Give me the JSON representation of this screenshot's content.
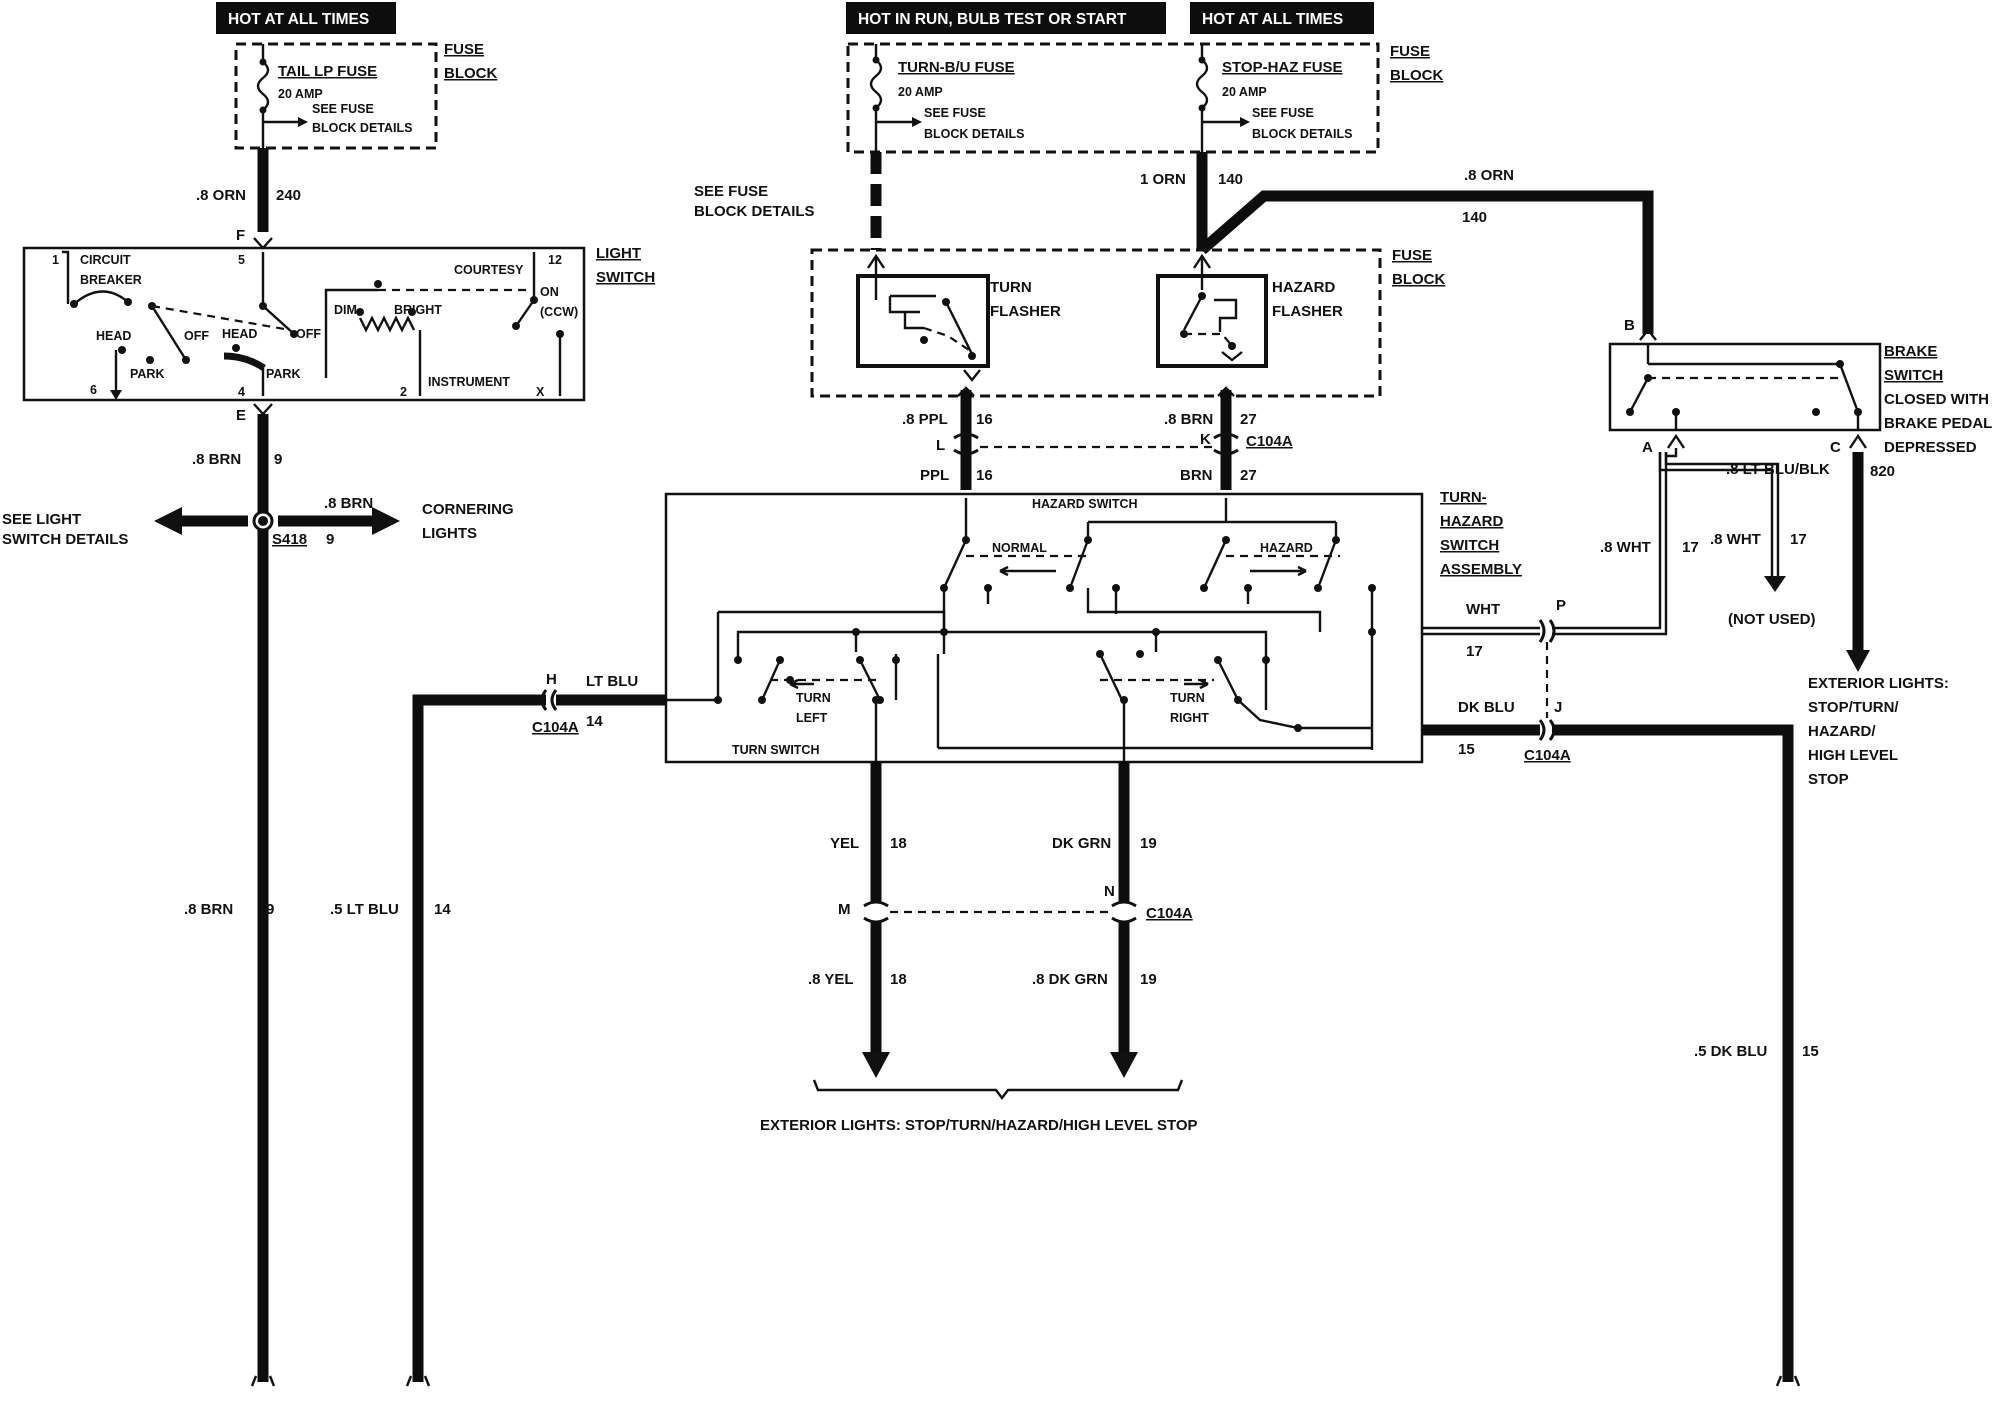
{
  "headers": {
    "hot_all_times_left": "HOT AT ALL TIMES",
    "hot_run_bulb": "HOT IN RUN, BULB TEST OR START",
    "hot_all_times_right": "HOT AT ALL TIMES"
  },
  "fuse_block_left": {
    "label_1": "FUSE",
    "label_2": "BLOCK",
    "fuse_name": "TAIL LP FUSE",
    "amp": "20 AMP",
    "see_1": "SEE FUSE",
    "see_2": "BLOCK DETAILS"
  },
  "fuse_block_right": {
    "label_1": "FUSE",
    "label_2": "BLOCK",
    "turn_fuse": "TURN-B/U FUSE",
    "turn_amp": "20 AMP",
    "turn_see_1": "SEE FUSE",
    "turn_see_2": "BLOCK DETAILS",
    "stop_fuse": "STOP-HAZ FUSE",
    "stop_amp": "20 AMP",
    "stop_see_1": "SEE FUSE",
    "stop_see_2": "BLOCK DETAILS"
  },
  "see_fuse_block": {
    "line_1": "SEE FUSE",
    "line_2": "BLOCK DETAILS"
  },
  "flasher_block": {
    "label_1": "FUSE",
    "label_2": "BLOCK",
    "turn_1": "TURN",
    "turn_2": "FLASHER",
    "hazard_1": "HAZARD",
    "hazard_2": "FLASHER"
  },
  "light_switch": {
    "title_1": "LIGHT",
    "title_2": "SWITCH",
    "circuit": "CIRCUIT",
    "breaker": "BREAKER",
    "head": "HEAD",
    "park": "PARK",
    "off": "OFF",
    "dim": "DIM",
    "bright": "BRIGHT",
    "courtesy": "COURTESY",
    "on": "ON",
    "ccw": "(CCW)",
    "instrument": "INSTRUMENT",
    "pins": {
      "p1": "1",
      "p5": "5",
      "p12": "12",
      "p6": "6",
      "p4": "4",
      "p2": "2",
      "px": "X"
    },
    "top_pin": "F",
    "bottom_pin": "E"
  },
  "wires": {
    "w_orn_240": {
      "gauge": ".8 ORN",
      "circuit": "240"
    },
    "w_orn_140_a": {
      "gauge": "1 ORN",
      "circuit": "140"
    },
    "w_orn_140_b": {
      "gauge": ".8 ORN",
      "circuit": "140"
    },
    "w_brn_9_a": {
      "gauge": ".8 BRN",
      "circuit": "9"
    },
    "w_brn_9_b": {
      "gauge": ".8 BRN",
      "circuit": "9"
    },
    "w_brn_9_c": {
      "gauge": ".8 BRN",
      "circuit": "9"
    },
    "w_ppl_16_a": {
      "gauge": ".8 PPL",
      "circuit": "16"
    },
    "w_ppl_16_b": {
      "gauge": "PPL",
      "circuit": "16"
    },
    "w_brn_27_a": {
      "gauge": ".8 BRN",
      "circuit": "27"
    },
    "w_brn_27_b": {
      "gauge": "BRN",
      "circuit": "27"
    },
    "w_ltblu_14_a": {
      "gauge": "LT BLU",
      "circuit": "14"
    },
    "w_ltblu_14_b": {
      "gauge": ".5 LT BLU",
      "circuit": "14"
    },
    "w_wht_17_a": {
      "gauge": "WHT",
      "circuit": "17"
    },
    "w_wht_17_b": {
      "gauge": ".8 WHT",
      "circuit": "17"
    },
    "w_wht_17_c": {
      "gauge": ".8 WHT",
      "circuit": "17"
    },
    "w_dkblu_15_a": {
      "gauge": "DK BLU",
      "circuit": "15"
    },
    "w_dkblu_15_b": {
      "gauge": ".5 DK BLU",
      "circuit": "15"
    },
    "w_ltblublk_820": {
      "gauge": ".8 LT BLU/BLK",
      "circuit": "820"
    },
    "w_yel_18_a": {
      "gauge": "YEL",
      "circuit": "18"
    },
    "w_yel_18_b": {
      "gauge": ".8 YEL",
      "circuit": "18"
    },
    "w_dkgrn_19_a": {
      "gauge": "DK GRN",
      "circuit": "19"
    },
    "w_dkgrn_19_b": {
      "gauge": ".8 DK GRN",
      "circuit": "19"
    }
  },
  "splice": {
    "id": "S418"
  },
  "connectors": {
    "c104a_top": "C104A",
    "pin_l": "L",
    "pin_k": "K",
    "c104a_h": "C104A",
    "pin_h": "H",
    "c104a_j": "C104A",
    "pin_p": "P",
    "pin_j": "J",
    "c104a_n": "C104A",
    "pin_m": "M",
    "pin_n": "N"
  },
  "turn_hazard_switch": {
    "title_1": "TURN-",
    "title_2": "HAZARD",
    "title_3": "SWITCH",
    "title_4": "ASSEMBLY",
    "hazard_switch": "HAZARD SWITCH",
    "normal": "NORMAL",
    "hazard": "HAZARD",
    "turn_left_1": "TURN",
    "turn_left_2": "LEFT",
    "turn_right_1": "TURN",
    "turn_right_2": "RIGHT",
    "turn_switch": "TURN SWITCH"
  },
  "brake_switch": {
    "title_1": "BRAKE",
    "title_2": "SWITCH",
    "note_1": "CLOSED WITH",
    "note_2": "BRAKE PEDAL",
    "note_3": "DEPRESSED",
    "pin_b": "B",
    "pin_a": "A",
    "pin_c": "C"
  },
  "destinations": {
    "see_light_1": "SEE LIGHT",
    "see_light_2": "SWITCH DETAILS",
    "cornering_1": "CORNERING",
    "cornering_2": "LIGHTS",
    "not_used": "(NOT USED)",
    "ext_1": "EXTERIOR LIGHTS:",
    "ext_2": "STOP/TURN/",
    "ext_3": "HAZARD/",
    "ext_4": "HIGH LEVEL",
    "ext_5": "STOP",
    "ext_bottom": "EXTERIOR LIGHTS: STOP/TURN/HAZARD/HIGH LEVEL STOP"
  }
}
